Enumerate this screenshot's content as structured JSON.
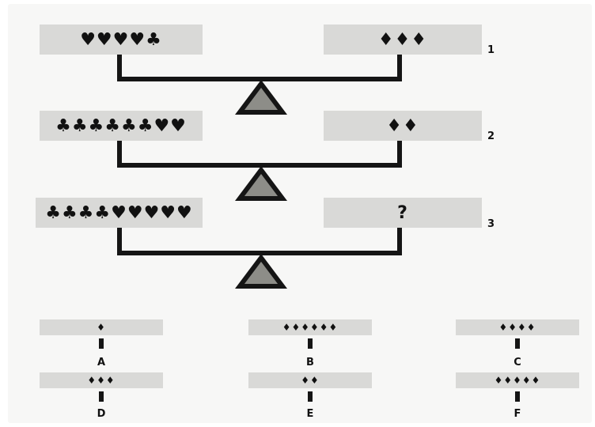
{
  "scales": [
    {
      "left": "♥♥♥♥♣",
      "right": "♦♦♦",
      "number": "1"
    },
    {
      "left": "♣♣♣♣♣♣♥♥",
      "right": "♦♦",
      "number": "2"
    },
    {
      "left": "♣♣♣♣♥♥♥♥♥",
      "right": "?",
      "number": "3"
    }
  ],
  "options": [
    {
      "symbols": "♦",
      "label": "A"
    },
    {
      "symbols": "♦♦♦♦♦♦",
      "label": "B"
    },
    {
      "symbols": "♦♦♦♦",
      "label": "C"
    },
    {
      "symbols": "♦♦♦",
      "label": "D"
    },
    {
      "symbols": "♦♦",
      "label": "E"
    },
    {
      "symbols": "♦♦♦♦♦",
      "label": "F"
    }
  ],
  "colors": {
    "box": "#d9d9d7",
    "beam": "#151515",
    "fulcrum_fill": "#8d8d88"
  }
}
